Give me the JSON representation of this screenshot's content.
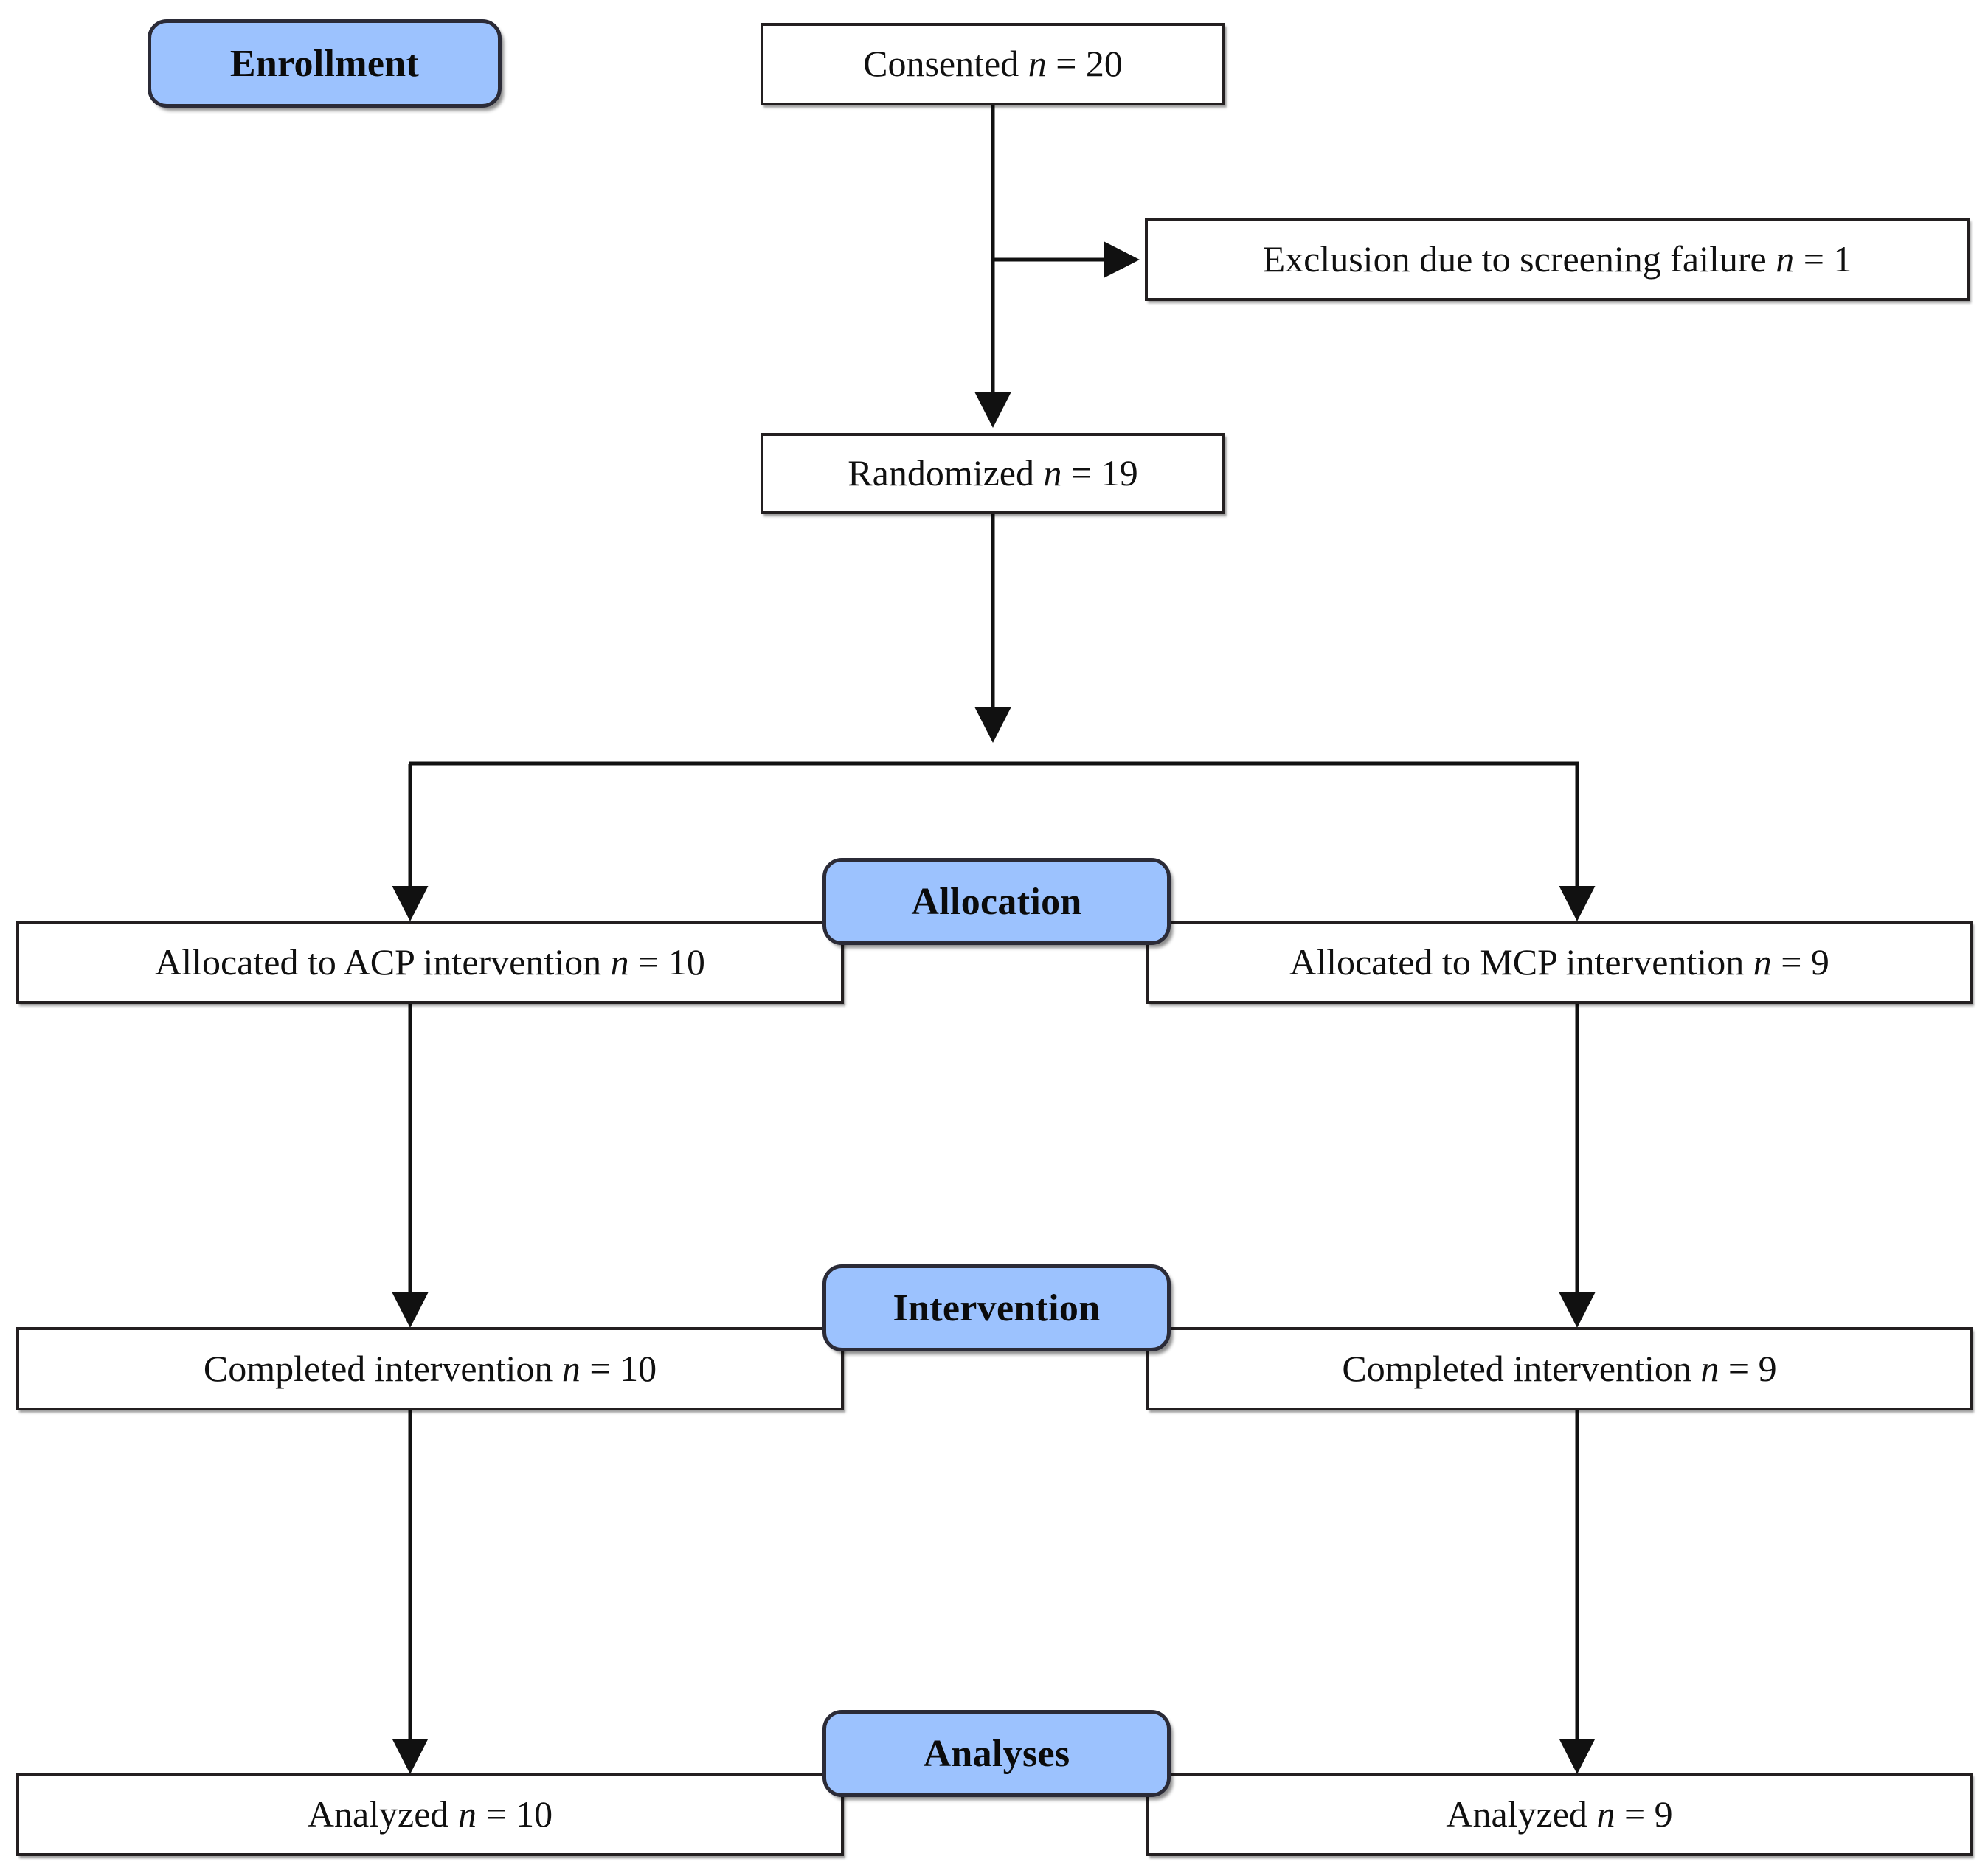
{
  "diagram": {
    "type": "consort-flow-diagram",
    "title": "CONSORT participant flow diagram",
    "colors": {
      "stage_badge_fill": "#9CC2FE",
      "stage_badge_border": "#2B2B37",
      "box_border": "#231F20",
      "box_fill": "#FFFFFF",
      "text": "#101010",
      "background": "#FFFFFF"
    }
  },
  "stages": [
    {
      "id": "enrollment",
      "label": "Enrollment"
    },
    {
      "id": "allocation",
      "label": "Allocation"
    },
    {
      "id": "intervention",
      "label": "Intervention"
    },
    {
      "id": "analyses",
      "label": "Analyses"
    }
  ],
  "nodes": {
    "consented": {
      "text_before": "Consented ",
      "variable": "n",
      "text_after": " = 20",
      "value": 20,
      "full_text": "Consented n = 20"
    },
    "exclusion": {
      "text_before": "Exclusion due to screening failure ",
      "variable": "n",
      "text_after": " = 1",
      "value": 1,
      "full_text": "Exclusion due to screening failure n = 1"
    },
    "randomized": {
      "text_before": "Randomized ",
      "variable": "n",
      "text_after": " = 19",
      "value": 19,
      "full_text": "Randomized n = 19"
    },
    "allocated_acp": {
      "text_before": "Allocated to ACP intervention ",
      "variable": "n",
      "text_after": " = 10",
      "value": 10,
      "full_text": "Allocated to ACP intervention n = 10"
    },
    "allocated_mcp": {
      "text_before": "Allocated to MCP intervention ",
      "variable": "n",
      "text_after": " = 9",
      "value": 9,
      "full_text": "Allocated to MCP intervention n = 9"
    },
    "completed_acp": {
      "text_before": "Completed intervention ",
      "variable": "n",
      "text_after": " = 10",
      "value": 10,
      "full_text": "Completed intervention n = 10"
    },
    "completed_mcp": {
      "text_before": "Completed intervention ",
      "variable": "n",
      "text_after": " = 9",
      "value": 9,
      "full_text": "Completed intervention n = 9"
    },
    "analyzed_acp": {
      "text_before": "Analyzed ",
      "variable": "n",
      "text_after": " = 10",
      "value": 10,
      "full_text": "Analyzed n = 10"
    },
    "analyzed_mcp": {
      "text_before": "Analyzed ",
      "variable": "n",
      "text_after": " = 9",
      "value": 9,
      "full_text": "Analyzed n = 9"
    }
  },
  "flow": {
    "arms": [
      "ACP",
      "MCP"
    ],
    "edges": [
      {
        "from": "consented",
        "to": "exclusion",
        "kind": "branch-right"
      },
      {
        "from": "consented",
        "to": "randomized",
        "kind": "straight-down"
      },
      {
        "from": "randomized",
        "to": "allocated_acp",
        "kind": "split-left"
      },
      {
        "from": "randomized",
        "to": "allocated_mcp",
        "kind": "split-right"
      },
      {
        "from": "allocated_acp",
        "to": "completed_acp",
        "kind": "straight-down"
      },
      {
        "from": "allocated_mcp",
        "to": "completed_mcp",
        "kind": "straight-down"
      },
      {
        "from": "completed_acp",
        "to": "analyzed_acp",
        "kind": "straight-down"
      },
      {
        "from": "completed_mcp",
        "to": "analyzed_mcp",
        "kind": "straight-down"
      }
    ]
  }
}
